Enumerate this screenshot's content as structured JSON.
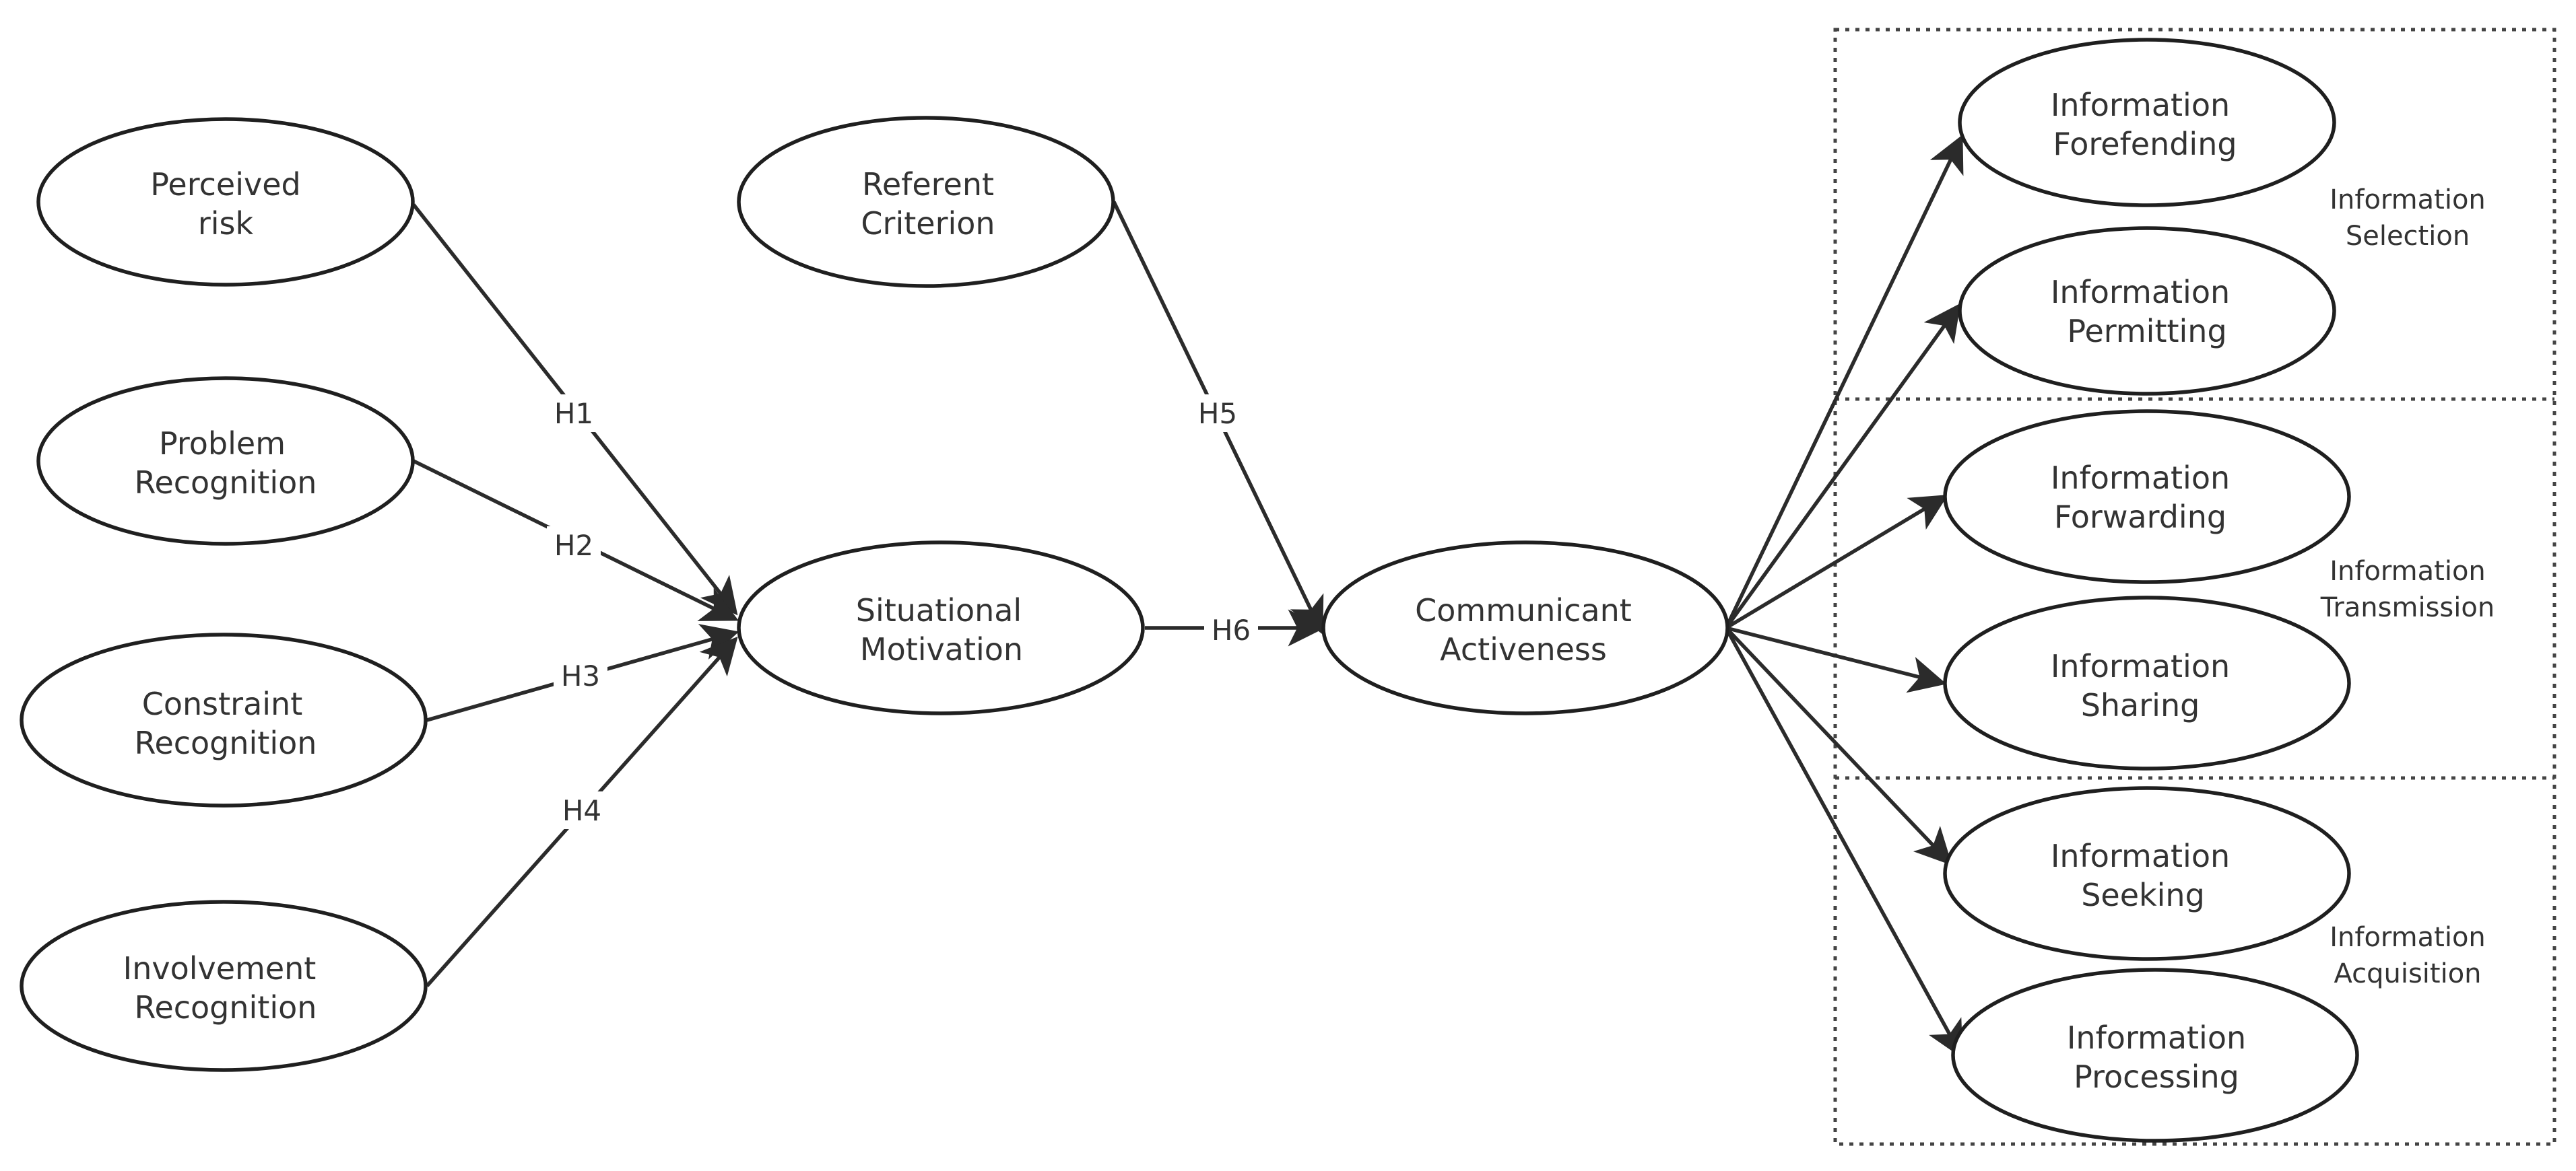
{
  "nodes": {
    "perceived_risk": [
      "Perceived",
      "risk"
    ],
    "problem_recognition": [
      "Problem",
      "Recognition"
    ],
    "constraint_recognition": [
      "Constraint",
      "Recognition"
    ],
    "involvement_recognition": [
      "Involvement",
      "Recognition"
    ],
    "referent_criterion": [
      "Referent",
      "Criterion"
    ],
    "situational_motivation": [
      "Situational",
      "Motivation"
    ],
    "communicant_activeness": [
      "Communicant",
      "Activeness"
    ],
    "information_forefending": [
      "Information",
      "Forefending"
    ],
    "information_permitting": [
      "Information",
      "Permitting"
    ],
    "information_forwarding": [
      "Information",
      "Forwarding"
    ],
    "information_sharing": [
      "Information",
      "Sharing"
    ],
    "information_seeking": [
      "Information",
      "Seeking"
    ],
    "information_processing": [
      "Information",
      "Processing"
    ]
  },
  "groups": {
    "selection": [
      "Information",
      "Selection"
    ],
    "transmission": [
      "Information",
      "Transmission"
    ],
    "acquisition": [
      "Information",
      "Acquisition"
    ]
  },
  "hypotheses": {
    "h1": "H1",
    "h2": "H2",
    "h3": "H3",
    "h4": "H4",
    "h5": "H5",
    "h6": "H6"
  },
  "colors": {
    "stroke": "#1f1f1f",
    "text": "#333333",
    "background": "#ffffff"
  }
}
